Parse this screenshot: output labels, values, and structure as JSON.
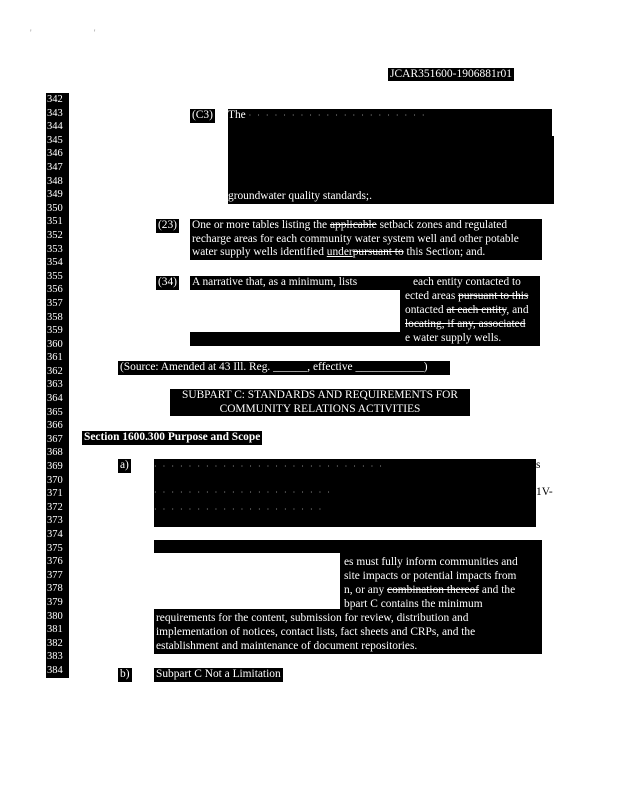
{
  "page": {
    "header_code": "JCAR351600-1906881r01",
    "line_numbers": [
      "342",
      "343",
      "344",
      "345",
      "346",
      "347",
      "348",
      "349",
      "350",
      "351",
      "352",
      "353",
      "354",
      "355",
      "356",
      "357",
      "358",
      "359",
      "360",
      "361",
      "362",
      "363",
      "364",
      "365",
      "366",
      "367",
      "368",
      "369",
      "370",
      "371",
      "372",
      "373",
      "374",
      "375",
      "376",
      "377",
      "378",
      "379",
      "380",
      "381",
      "382",
      "383",
      "384"
    ]
  },
  "section_c3": {
    "label": "(C3)",
    "first_line_start": "The",
    "last_line": "groundwater quality standards;."
  },
  "section_23": {
    "label": "(23)",
    "line1_a": "One or more tables listing the ",
    "line1_strike": "applicable",
    "line1_b": " setback zones and regulated",
    "line2": "recharge areas for each community water system well and other potable",
    "line3_a": "water supply wells identified ",
    "line3_under": "under",
    "line3_strike": "pursuant to",
    "line3_b": " this Section; and."
  },
  "section_34": {
    "label": "(34)",
    "line1_a": "A narrative that, as a minimum, lists",
    "line1_b": "each entity contacted to",
    "line2_a": "ected areas ",
    "line2_strike": "pursuant to this",
    "line3_a": "ontacted ",
    "line3_strike": "at each entity",
    "line3_b": ", and",
    "line4_strike": "locating, if any, associated",
    "line5": "e water supply wells."
  },
  "source_note": {
    "text": "(Source:  Amended at 43 Ill. Reg. ______, effective ____________)"
  },
  "subpart": {
    "title_line1": "SUBPART C:  STANDARDS AND REQUIREMENTS FOR",
    "title_line2": "COMMUNITY RELATIONS ACTIVITIES"
  },
  "section_1600_300": {
    "heading": "Section 1600.300  Purpose and Scope"
  },
  "item_a": {
    "label": "a)",
    "line1_end": "s",
    "line3_end": "1V-",
    "para2_l1": "es must fully inform communities and",
    "para2_l2": "site impacts or potential impacts from",
    "para2_l3_a": "n, or any ",
    "para2_l3_strike": "combination thereof",
    "para2_l3_b": " and the",
    "para2_l4": "bpart C contains the minimum",
    "para2_l5": "requirements for the content, submission for review, distribution and",
    "para2_l6": "implementation of notices, contact lists, fact sheets and CRPs, and the",
    "para2_l7": "establishment and maintenance of document repositories."
  },
  "item_b": {
    "label": "b)",
    "text": "Subpart C Not a Limitation"
  }
}
